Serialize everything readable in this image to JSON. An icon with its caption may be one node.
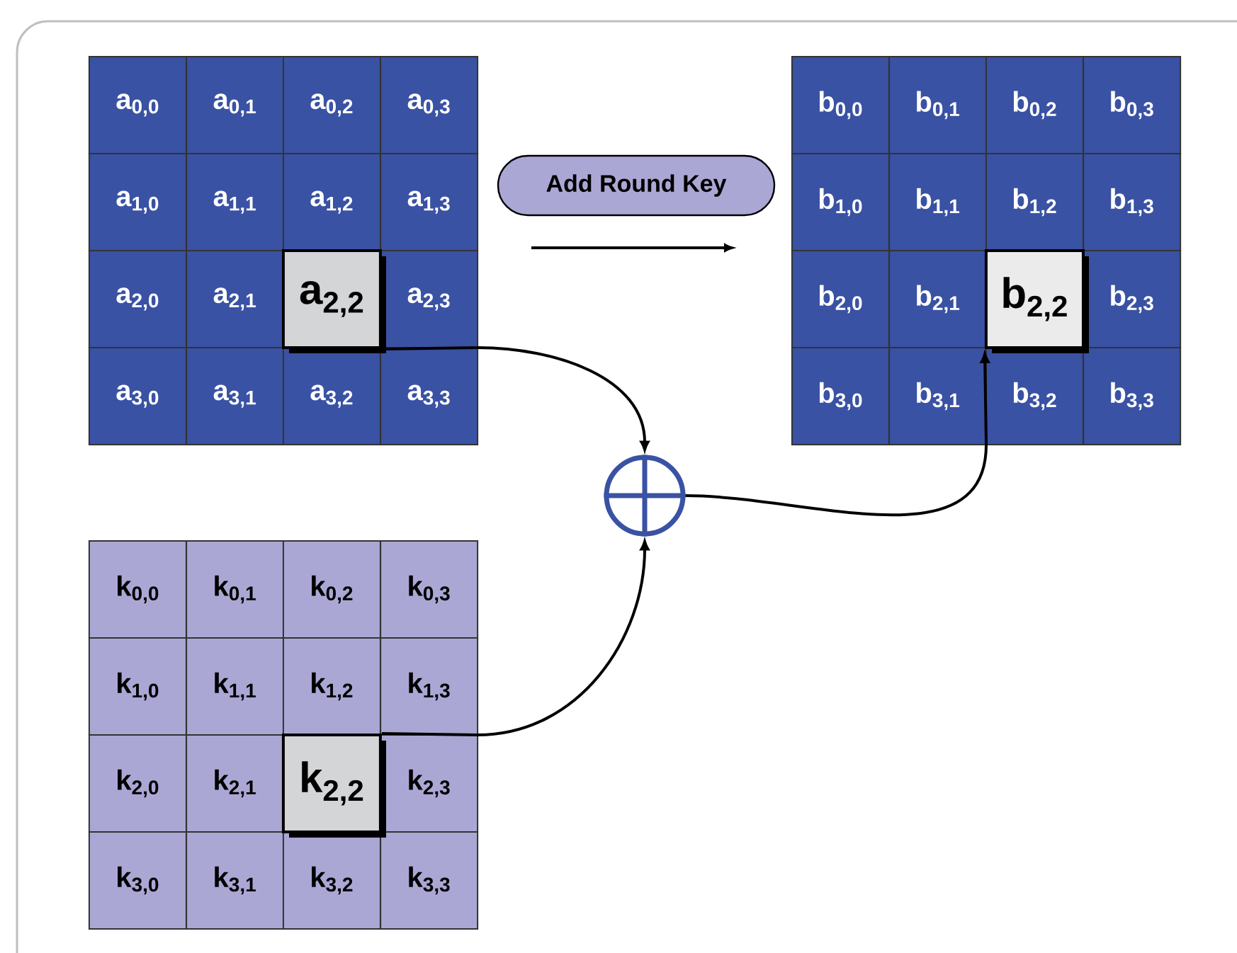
{
  "diagram": {
    "nodes": [
      {
        "text": [
          "a$_{0,0}$"
        ]
      },
      {
        "text": [
          "a$_{0,1}$"
        ]
      },
      {
        "text": [
          "a$_{0,2}$"
        ]
      },
      {
        "text": [
          "a$_{0,3}$"
        ]
      },
      {
        "text": [
          "a$_{1,0}$"
        ]
      },
      {
        "text": [
          "a$_{1,1}$"
        ]
      },
      {
        "text": [
          "a$_{1,2}$"
        ]
      },
      {
        "text": [
          "a$_{1,3}$"
        ]
      },
      {
        "text": [
          "a$_{2,0}$"
        ]
      },
      {
        "text": [
          "a$_{2,1}$"
        ]
      },
      {
        "text": [
          "a$_{2,3}$"
        ]
      },
      {
        "text": [
          "a$_{3,0}$"
        ]
      },
      {
        "text": [
          "a$_{3,1}$"
        ]
      },
      {
        "text": [
          "a$_{3,2}$"
        ]
      },
      {
        "text": [
          "a$_{3,3}$"
        ]
      },
      {
        "text": [
          "a$_{2,2}$"
        ]
      },
      {
        "text": [
          "Add Round Key"
        ]
      },
      {
        "text": [
          "b$_{0,0}$"
        ]
      },
      {
        "text": [
          "b$_{0,1}$"
        ]
      },
      {
        "text": [
          "b$_{0,2}$"
        ]
      },
      {
        "text": [
          "b$_{0,3}$"
        ]
      },
      {
        "text": [
          "b$_{1,0}$"
        ]
      },
      {
        "text": [
          "b$_{1,1}$"
        ]
      },
      {
        "text": [
          "b$_{1,2}$"
        ]
      },
      {
        "text": [
          "b$_{1,3}$"
        ]
      },
      {
        "text": [
          "b$_{2,0}$"
        ]
      },
      {
        "text": [
          "b$_{2,1}$"
        ]
      },
      {
        "text": [
          "b$_{2,3}$"
        ]
      },
      {
        "text": [
          "b$_{3,0}$"
        ]
      },
      {
        "text": [
          "b$_{3,1}$"
        ]
      },
      {
        "text": [
          "b$_{3,2}$"
        ]
      },
      {
        "text": [
          "b$_{3,3}$"
        ]
      },
      {
        "text": [
          "b$_{2,2}$"
        ]
      },
      {
        "text": [],
        "shape": "circle"
      },
      {
        "text": [
          "k$_{0,0}$"
        ]
      },
      {
        "text": [
          "k$_{0,1}$"
        ]
      },
      {
        "text": [
          "k$_{0,2}$"
        ]
      },
      {
        "text": [
          "k$_{0,3}$"
        ]
      },
      {
        "text": [
          "k$_{1,0}$"
        ]
      },
      {
        "text": [
          "k$_{1,1}$"
        ]
      },
      {
        "text": [
          "k$_{1,2}$"
        ]
      },
      {
        "text": [
          "k$_{1,3}$"
        ]
      },
      {
        "text": [
          "k$_{2,0}$"
        ]
      },
      {
        "text": [
          "k$_{2,1}$"
        ]
      },
      {
        "text": [
          "k$_{2,3}$"
        ]
      },
      {
        "text": [
          "k$_{3,0}$"
        ]
      },
      {
        "text": [
          "k$_{3,1}$"
        ]
      },
      {
        "text": [
          "k$_{3,2}$"
        ]
      },
      {
        "text": [
          "k$_{3,3}$"
        ]
      },
      {
        "text": [
          "k$_{2,2}$"
        ]
      }
    ],
    "edges": [
      {
        "from": 15,
        "to": 33,
        "arrow": "to"
      },
      {
        "from": 49,
        "to": 33,
        "arrow": "to"
      },
      {
        "from": 33,
        "to": 32,
        "arrow": "to"
      }
    ]
  }
}
